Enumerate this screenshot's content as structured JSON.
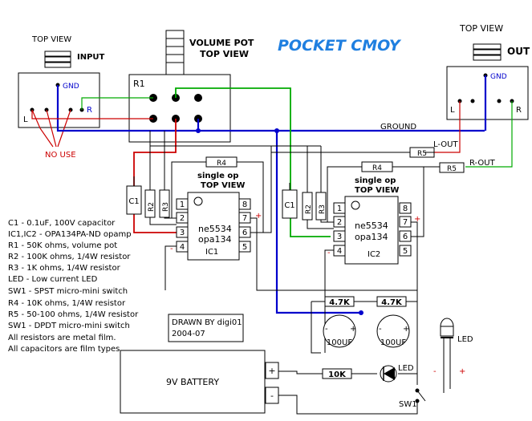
{
  "title": "POCKET CMOY",
  "top_view": "TOP VIEW",
  "input_label": "INPUT",
  "out_label": "OUT",
  "volume_pot": "VOLUME POT",
  "volume_pot_view": "TOP VIEW",
  "r1": "R1",
  "gnd": "GND",
  "r": "R",
  "l": "L",
  "no_use": "NO USE",
  "ground": "GROUND",
  "l_out": "L-OUT",
  "r_out": "R-OUT",
  "r4": "R4",
  "r5": "R5",
  "single_op": "single op",
  "op_top_view": "TOP VIEW",
  "c1": "C1",
  "r2": "R2",
  "r3": "R3",
  "ic_line1": "ne5534",
  "ic_line2": "opa134",
  "ic1": "IC1",
  "ic2": "IC2",
  "pins": [
    "1",
    "2",
    "3",
    "4",
    "5",
    "6",
    "7",
    "8"
  ],
  "plus": "+",
  "minus": "-",
  "parts_list": [
    "C1  - 0.1uF, 100V capacitor",
    "IC1,IC2 - OPA134PA-ND opamp",
    "R1  -  50K ohms, volume pot",
    "R2  -  100K ohms, 1/4W resistor",
    "R3  -  1K ohms, 1/4W resistor",
    "LED -  Low current LED",
    "SW1 -  SPST micro-mini switch",
    "R4  -  10K ohms, 1/4W resistor",
    "R5  -  50-100 ohms, 1/4W resistor",
    "SW1  -  DPDT micro-mini switch",
    "All resistors are metal film.",
    "All capacitors are film types."
  ],
  "drawn_by": "DRAWN BY digi01",
  "drawn_date": "2004-07",
  "r_47k_a": "4.7K",
  "r_47k_b": "4.7K",
  "cap_a": "100UF",
  "cap_b": "100UF",
  "battery": "9V BATTERY",
  "r_10k": "10K",
  "led": "LED",
  "led2": "LED",
  "sw1": "SW1",
  "colors": {
    "ground": "#0000cc",
    "red": "#cc0000",
    "green": "#00aa00",
    "title": "#1f7fe0"
  }
}
